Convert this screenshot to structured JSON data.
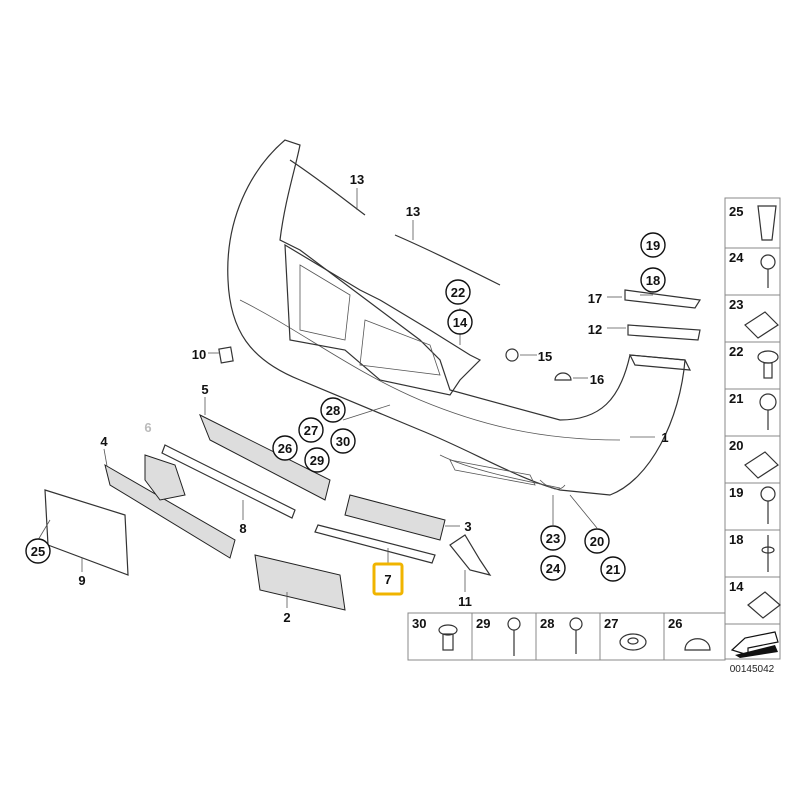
{
  "diagram": {
    "circled_callouts": [
      "19",
      "18",
      "22",
      "14",
      "28",
      "27",
      "30",
      "26",
      "29",
      "23",
      "24",
      "20",
      "21",
      "25"
    ],
    "plain_callouts": [
      "13",
      "13",
      "17",
      "12",
      "10",
      "15",
      "16",
      "5",
      "1",
      "6",
      "4",
      "8",
      "3",
      "9",
      "7",
      "11",
      "2"
    ],
    "highlighted_callout": "7",
    "highlight_color": "#f0b400",
    "side_panel": [
      "25",
      "24",
      "23",
      "22",
      "21",
      "20",
      "19",
      "18",
      "14"
    ],
    "bottom_panel": [
      "30",
      "29",
      "28",
      "27",
      "26"
    ],
    "diagram_code": "00145042"
  }
}
